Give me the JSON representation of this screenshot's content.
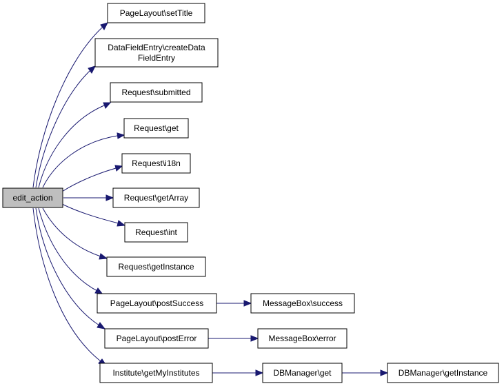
{
  "diagram": {
    "edge_color": "#191970",
    "root_fill": "#bfbfbf",
    "nodes": {
      "edit_action": "edit_action",
      "pagelayout_settitle": "PageLayout\\setTitle",
      "datafieldentry_create_line1": "DataFieldEntry\\createData",
      "datafieldentry_create_line2": "FieldEntry",
      "request_submitted": "Request\\submitted",
      "request_get": "Request\\get",
      "request_i18n": "Request\\i18n",
      "request_getarray": "Request\\getArray",
      "request_int": "Request\\int",
      "request_getinstance": "Request\\getInstance",
      "pagelayout_postsuccess": "PageLayout\\postSuccess",
      "pagelayout_posterror": "PageLayout\\postError",
      "institute_getmyinstitutes": "Institute\\getMyInstitutes",
      "messagebox_success": "MessageBox\\success",
      "messagebox_error": "MessageBox\\error",
      "dbmanager_get": "DBManager\\get",
      "dbmanager_getinstance": "DBManager\\getInstance"
    }
  }
}
